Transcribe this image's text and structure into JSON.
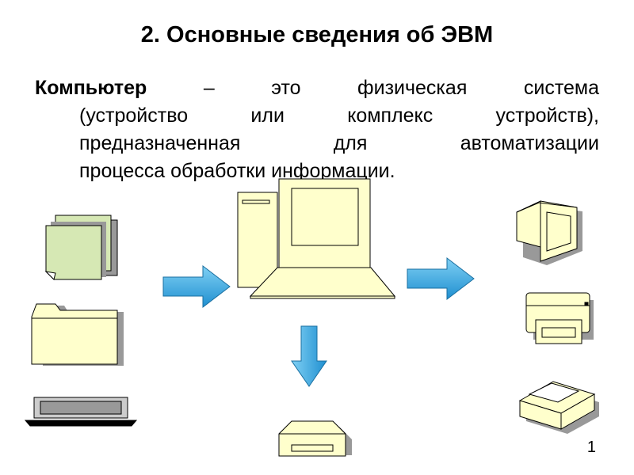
{
  "slide": {
    "title": "2. Основные сведения об ЭВМ",
    "definition": {
      "term": "Компьютер",
      "line1_rest": "– это физическая система",
      "line2": "(устройство или комплекс устройств),",
      "line3": "предназначенная для автоматизации",
      "line4": "процесса обработки информации."
    },
    "slide_number": "1"
  },
  "colors": {
    "device_fill": "#ffffcc",
    "document_fill": "#d6e8b4",
    "arrow_fill": "#33a6e0",
    "outline": "#000000",
    "shadow": "#999999"
  },
  "icons": {
    "input_devices": [
      "documents-icon",
      "folder-icon",
      "laptop-icon"
    ],
    "processor": "computer-icon",
    "output_devices": [
      "monitor-icon",
      "printer-icon",
      "scanner-icon"
    ],
    "storage": "disk-drive-icon"
  }
}
